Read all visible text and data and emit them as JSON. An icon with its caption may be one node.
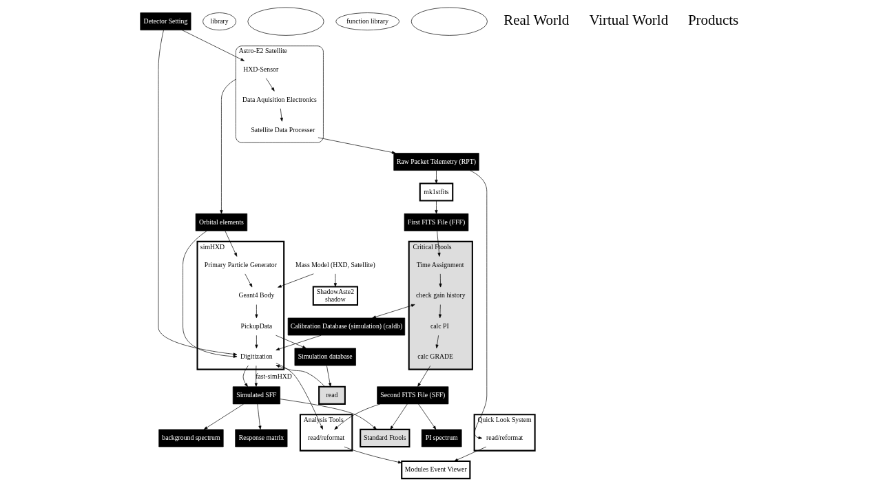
{
  "diagram": {
    "nodes": [
      {
        "text": [
          "Astro-E2 Satellite"
        ]
      },
      {
        "text": [
          "HXD-Sensor"
        ],
        "in": 0
      },
      {
        "text": [
          "Data Aquisition Electronics"
        ],
        "in": 0
      },
      {
        "text": [
          "Satellite Data Processer"
        ],
        "in": 0
      },
      {
        "text": [
          "Detector Setting"
        ]
      },
      {
        "text": [
          "Orbital elements"
        ]
      },
      {
        "text": [
          "Quick Look System"
        ]
      },
      {
        "text": [
          "read/reformat"
        ],
        "in": 6
      },
      {
        "text": [
          "Modules Event Viewer"
        ]
      },
      {
        "text": [
          "Raw Packet Telemetry (RPT)"
        ]
      },
      {
        "text": [
          "mk1stfits"
        ]
      },
      {
        "text": [
          "Analysis Tools"
        ]
      },
      {
        "text": [
          "read/reformat"
        ],
        "in": 11
      },
      {
        "text": [
          "library"
        ]
      },
      {
        "text": [],
        "shape": "ellipse"
      },
      {
        "text": [
          "First FITS File (FFF)"
        ]
      },
      {
        "text": [
          "Critical Ftools"
        ]
      },
      {
        "text": [
          "Time Assignment"
        ],
        "in": 16
      },
      {
        "text": [
          "check gain history"
        ],
        "in": 16
      },
      {
        "text": [
          "calc PI"
        ],
        "in": 16
      },
      {
        "text": [
          "calc GRADE"
        ],
        "in": 16
      },
      {
        "text": [
          "Calibration Database (simulation) (caldb)"
        ]
      },
      {
        "text": [
          "function library"
        ]
      },
      {
        "text": [],
        "shape": "ellipse"
      },
      {
        "text": [
          "Second FITS File (SFF)"
        ]
      },
      {
        "text": [
          "simHXD"
        ]
      },
      {
        "text": [
          "Primary Particle Generator"
        ],
        "in": 25
      },
      {
        "text": [
          "Geant4 Body"
        ],
        "in": 25
      },
      {
        "text": [
          "PickupData"
        ],
        "in": 25
      },
      {
        "text": [
          "Digitization"
        ],
        "in": 25
      },
      {
        "text": [
          "ShadowAste2",
          "shadow"
        ]
      },
      {
        "text": [
          "Mass Model (HXD, Satellite)"
        ]
      },
      {
        "text": [
          "Simulation database"
        ]
      },
      {
        "text": [
          "read"
        ]
      },
      {
        "text": [
          "Standard Ftools"
        ]
      },
      {
        "text": [
          "Simulated SFF"
        ]
      },
      {
        "text": [
          "PI spectrum"
        ]
      },
      {
        "text": [
          "background spectrum"
        ]
      },
      {
        "text": [
          "Response matrix"
        ]
      }
    ],
    "edges": [
      {
        "from": 4,
        "to": 1,
        "arrow": "to"
      },
      {
        "from": 4,
        "to": 29,
        "arrow": "to"
      },
      {
        "from": 0,
        "to": 5,
        "arrow": "to"
      },
      {
        "from": 5,
        "to": 26,
        "arrow": "to"
      },
      {
        "from": 5,
        "to": 29,
        "arrow": "to"
      },
      {
        "from": 1,
        "to": 2,
        "arrow": "to"
      },
      {
        "from": 2,
        "to": 3,
        "arrow": "to"
      },
      {
        "from": 3,
        "to": 9,
        "arrow": "to"
      },
      {
        "from": 9,
        "to": 7,
        "arrow": "to"
      },
      {
        "from": 9,
        "to": 10,
        "arrow": "to"
      },
      {
        "from": 7,
        "to": 8,
        "arrow": "to"
      },
      {
        "from": 12,
        "to": 8,
        "arrow": "to"
      },
      {
        "from": 29,
        "to": 12,
        "arrow": "to"
      },
      {
        "from": 10,
        "to": 15,
        "arrow": "to"
      },
      {
        "from": 15,
        "to": 17,
        "arrow": "to"
      },
      {
        "from": 17,
        "to": 18,
        "arrow": "to"
      },
      {
        "from": 18,
        "to": 19,
        "arrow": "to"
      },
      {
        "from": 19,
        "to": 20,
        "arrow": "to"
      },
      {
        "from": 18,
        "to": 21,
        "arrow": "both"
      },
      {
        "from": 24,
        "to": 12,
        "arrow": "to"
      },
      {
        "from": 20,
        "to": 24,
        "arrow": "to"
      },
      {
        "from": 21,
        "to": 29,
        "arrow": "to"
      },
      {
        "from": 26,
        "to": 27,
        "arrow": "to"
      },
      {
        "from": 31,
        "to": 27,
        "arrow": "to"
      },
      {
        "from": 31,
        "to": 30,
        "arrow": "to"
      },
      {
        "from": 27,
        "to": 28,
        "arrow": "to"
      },
      {
        "from": 28,
        "to": 32,
        "arrow": "to"
      },
      {
        "from": 28,
        "to": 29,
        "arrow": "to"
      },
      {
        "from": 32,
        "to": 33,
        "arrow": "to"
      },
      {
        "from": 33,
        "to": 29,
        "arrow": "to"
      },
      {
        "from": 29,
        "to": 35,
        "arrow": "to"
      },
      {
        "from": 29,
        "to": 35,
        "arrow": "to",
        "label": "fast-simHXD"
      },
      {
        "from": 24,
        "to": 34,
        "arrow": "to"
      },
      {
        "from": 24,
        "to": 36,
        "arrow": "to"
      },
      {
        "from": 35,
        "to": 34,
        "arrow": "to"
      },
      {
        "from": 35,
        "to": 37,
        "arrow": "to"
      },
      {
        "from": 35,
        "to": 38,
        "arrow": "to"
      }
    ],
    "labels": [
      "Real World",
      "Virtual World",
      "Products"
    ]
  }
}
